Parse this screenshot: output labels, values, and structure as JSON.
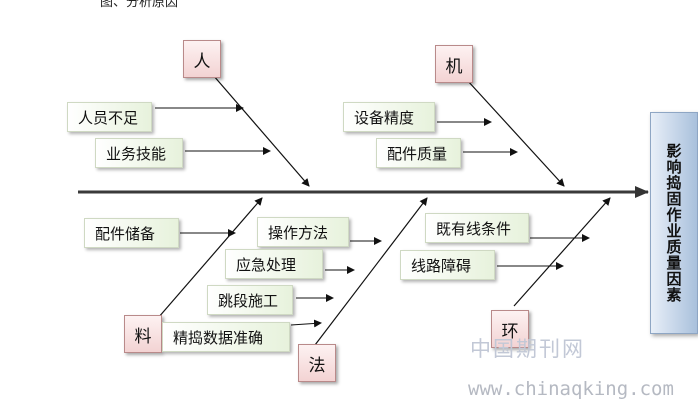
{
  "caption_fragment": "图、分析原因",
  "effect": "影响捣固作业质量因素",
  "categories": {
    "person": "人",
    "machine": "机",
    "material": "料",
    "method": "法",
    "environment": "环"
  },
  "causes": {
    "person": [
      "人员不足",
      "业务技能"
    ],
    "machine": [
      "设备精度",
      "配件质量"
    ],
    "material": [
      "配件储备"
    ],
    "method": [
      "操作方法",
      "应急处理",
      "跳段施工",
      "精捣数据准确"
    ],
    "environment": [
      "既有线条件",
      "线路障碍"
    ]
  },
  "watermark": {
    "cn": "中国期刊网",
    "url": "www.chinaqking.com"
  }
}
